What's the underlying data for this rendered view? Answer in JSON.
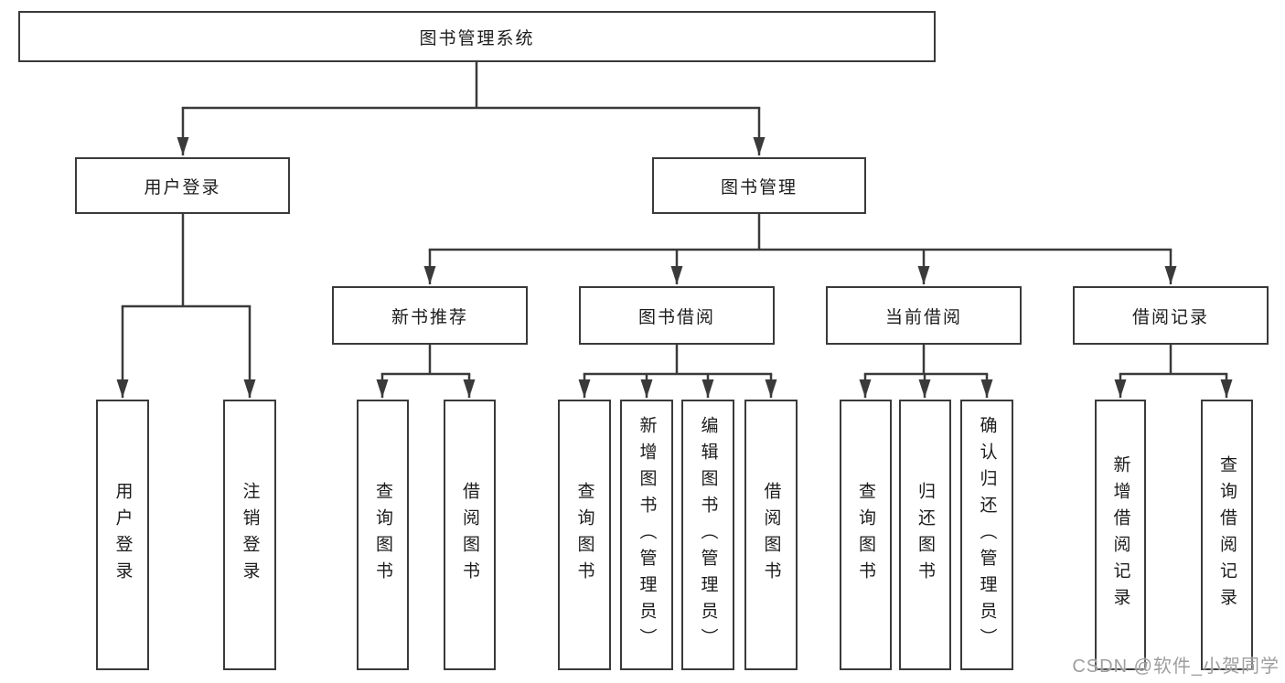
{
  "colors": {
    "line": "#3a3a3a",
    "text": "#1c1c1c",
    "background": "#ffffff",
    "watermark": "#9e9e9e"
  },
  "diagram": {
    "root": "图书管理系统",
    "level2": [
      "用户登录",
      "图书管理"
    ],
    "level3": [
      "新书推荐",
      "图书借阅",
      "当前借阅",
      "借阅记录"
    ],
    "level4": {
      "user_login": [
        "用户登录",
        "注销登录"
      ],
      "new_book_recommendation": [
        "查询图书",
        "借阅图书"
      ],
      "book_borrowing": [
        "查询图书",
        "新增图书（管理员）",
        "编辑图书（管理员）",
        "借阅图书"
      ],
      "current_borrowing": [
        "查询图书",
        "归还图书",
        "确认归还（管理员）"
      ],
      "borrowing_records": [
        "新增借阅记录",
        "查询借阅记录"
      ]
    }
  },
  "watermark": "CSDN @软件_小贺同学"
}
